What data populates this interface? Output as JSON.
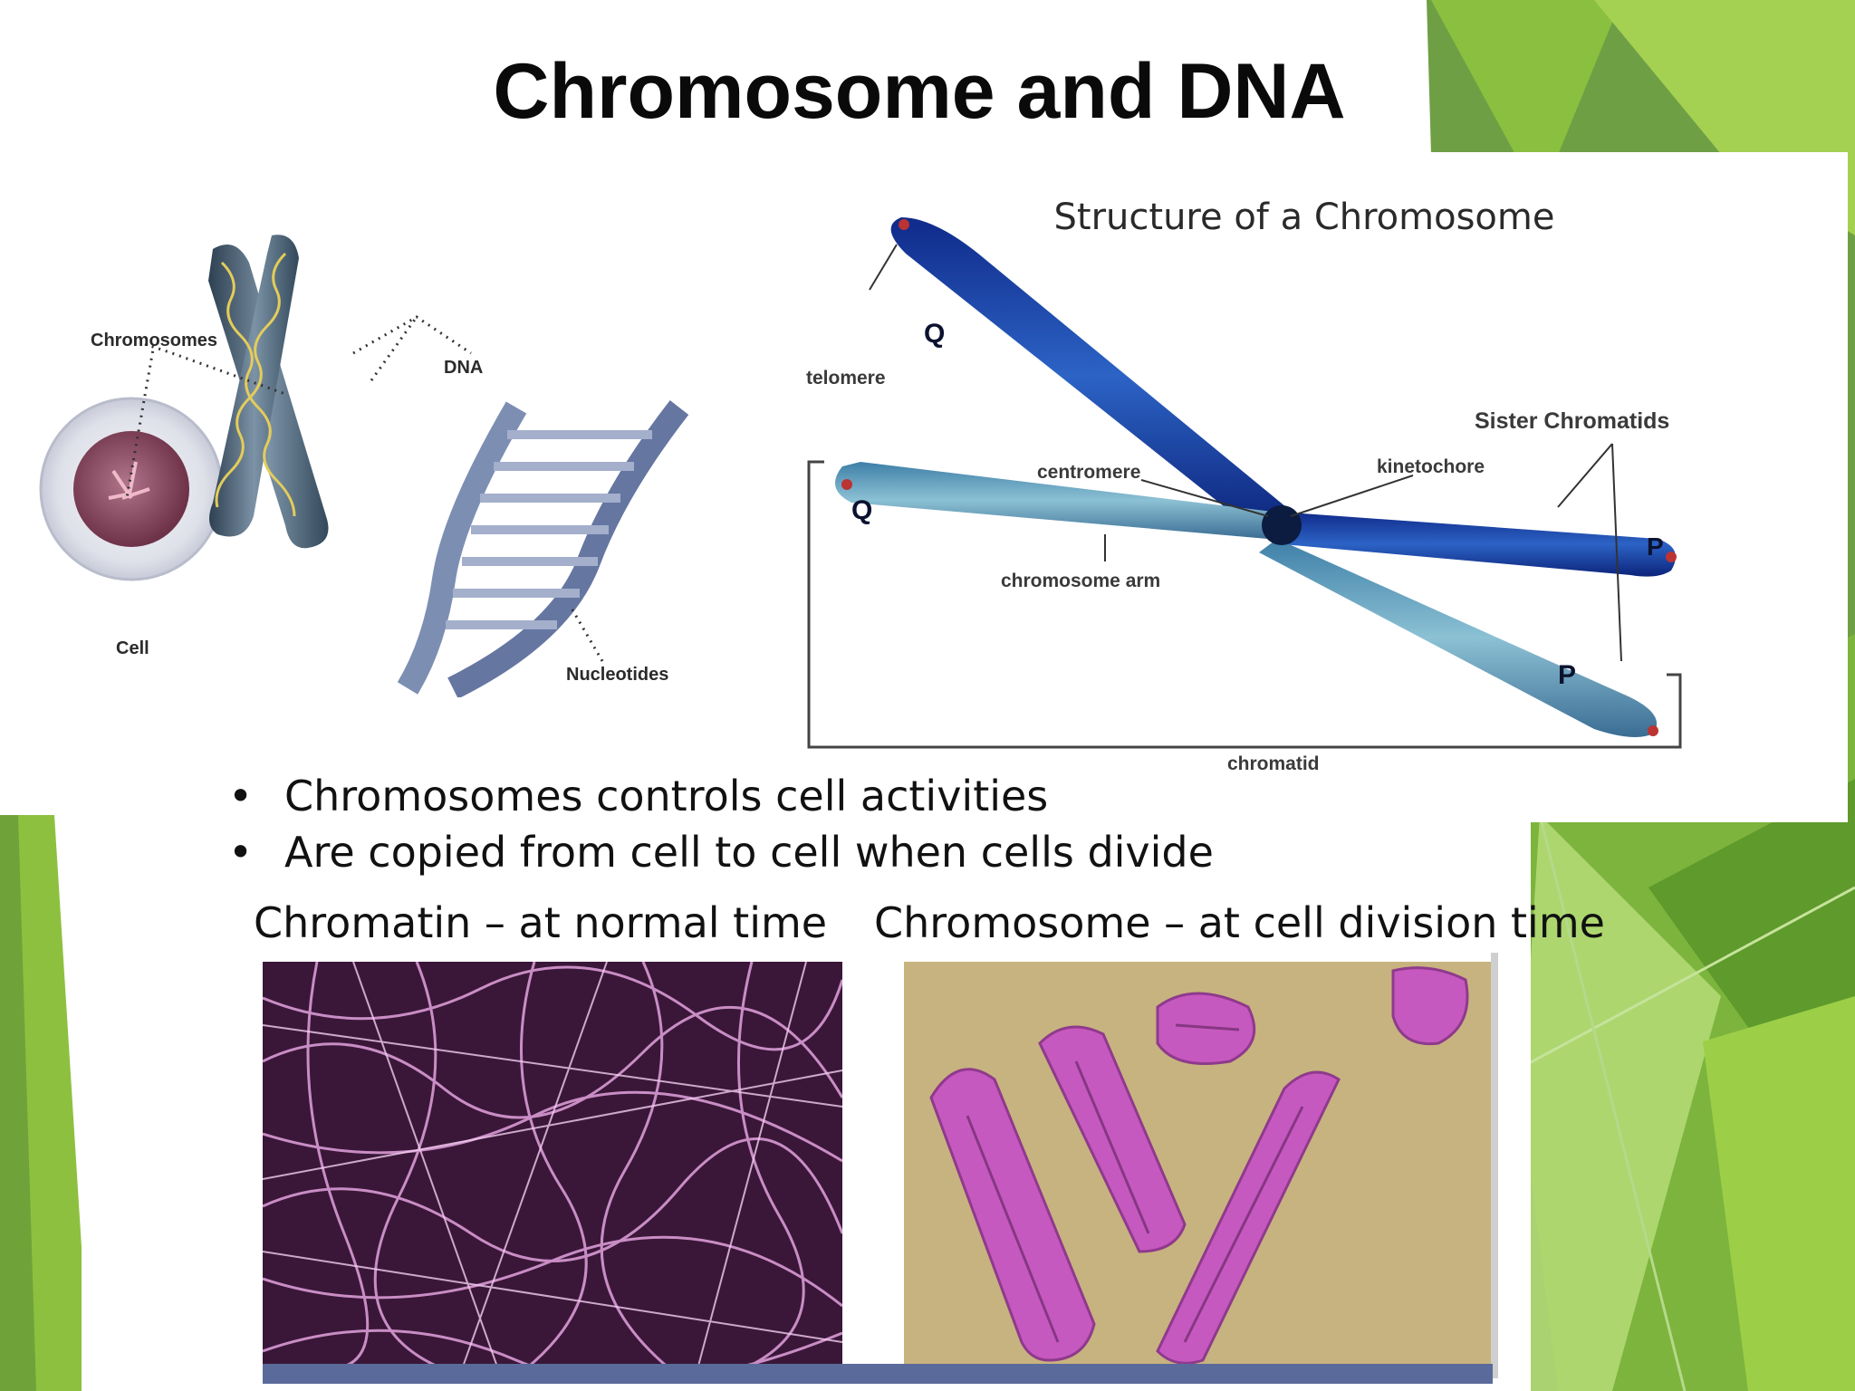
{
  "slide": {
    "title": "Chromosome and DNA",
    "bullets": [
      "Chromosomes controls cell activities",
      "Are copied from cell to cell when cells divide"
    ],
    "captions": {
      "chromatin": "Chromatin – at normal time",
      "chromosome": "Chromosome  – at cell division time"
    }
  },
  "figure_left": {
    "labels": {
      "chromosomes": "Chromosomes",
      "dna": "DNA",
      "cell": "Cell",
      "nucleotides": "Nucleotides"
    }
  },
  "figure_right": {
    "title": "Structure of a Chromosome",
    "labels": {
      "telomere": "telomere",
      "sister_chromatids": "Sister Chromatids",
      "centromere": "centromere",
      "kinetochore": "kinetochore",
      "chromosome_arm": "chromosome arm",
      "chromatid": "chromatid",
      "q_upper": "Q",
      "q_lower": "Q",
      "p_right": "P",
      "p_lower": "P"
    }
  },
  "theme": {
    "green_dark": "#5d8f3a",
    "green_mid": "#78ad3a",
    "green_light": "#93c83e",
    "chromatin_color": "#d08fd0",
    "chromosome_color": "#c659c0",
    "micro_bg": "#c7b37f"
  }
}
